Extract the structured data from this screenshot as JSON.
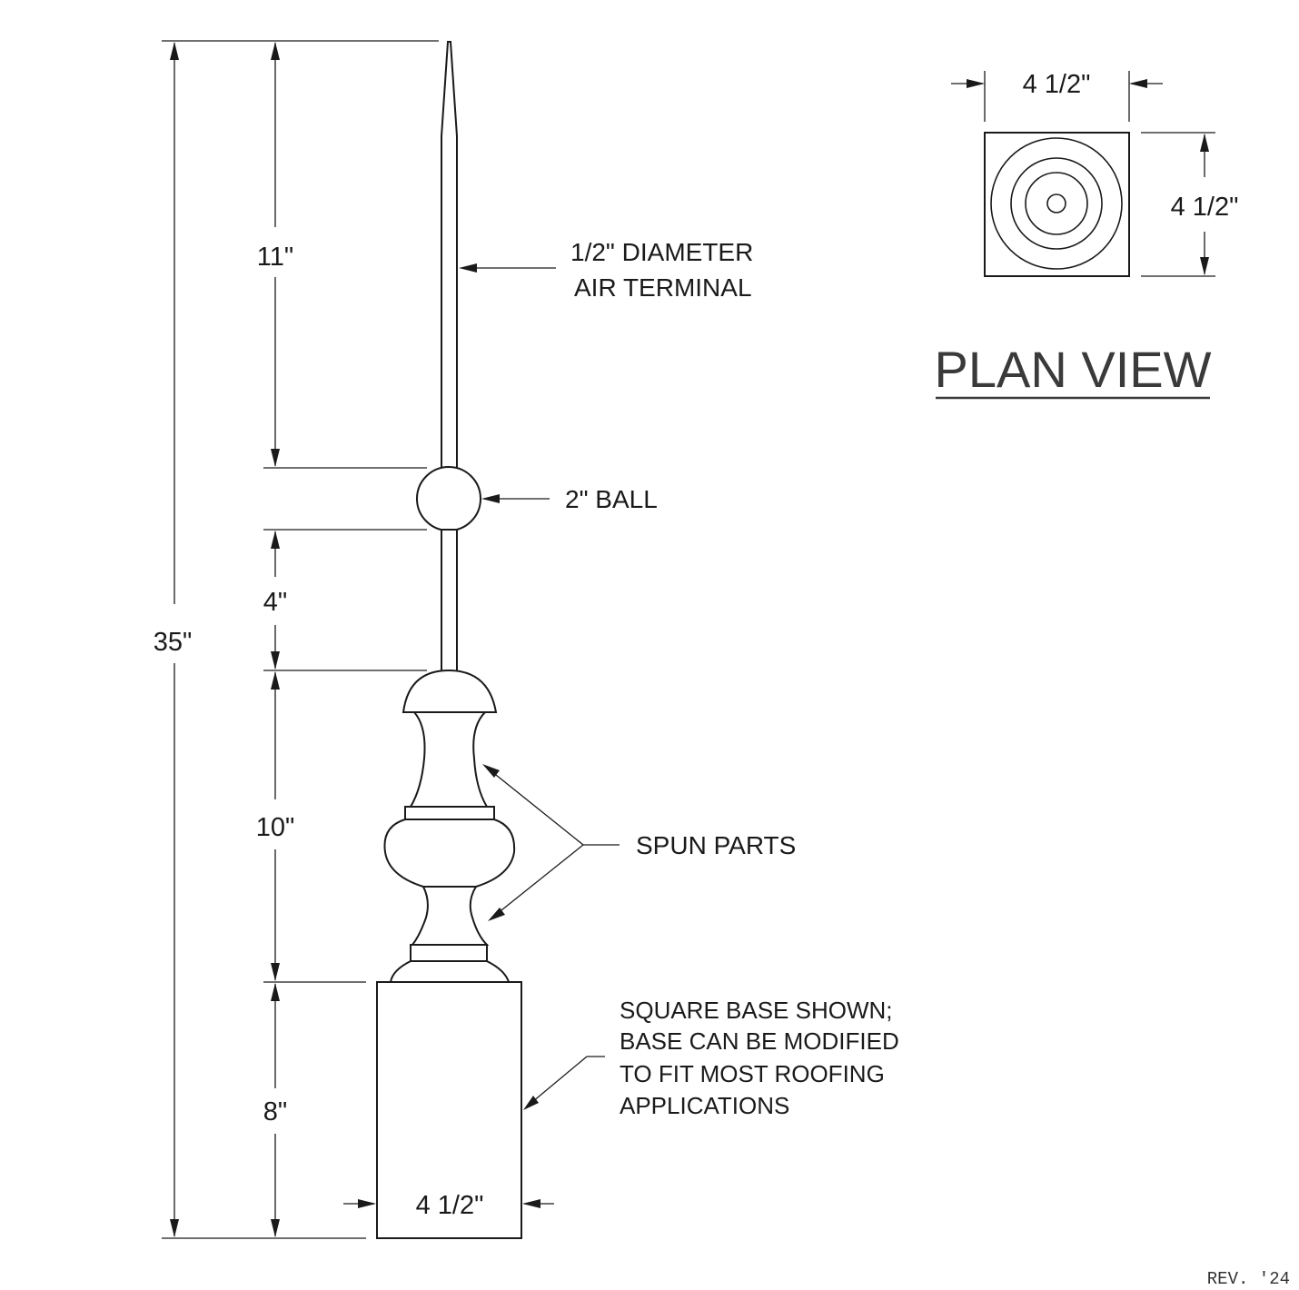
{
  "elevation": {
    "dimensions": {
      "overall_height": "35\"",
      "air_terminal_length": "11\"",
      "stem_length": "4\"",
      "spun_section_height": "10\"",
      "base_height": "8\"",
      "base_width": "4 1/2\""
    },
    "callouts": {
      "air_terminal_line1": "1/2\" DIAMETER",
      "air_terminal_line2": "AIR TERMINAL",
      "ball": "2\" BALL",
      "spun_parts": "SPUN PARTS",
      "base_line1": "SQUARE BASE SHOWN;",
      "base_line2": "BASE CAN BE MODIFIED",
      "base_line3": "TO FIT MOST ROOFING",
      "base_line4": "APPLICATIONS"
    }
  },
  "plan": {
    "title": "PLAN VIEW",
    "width_dim": "4 1/2\"",
    "height_dim": "4 1/2\""
  },
  "revision": "REV. '24"
}
